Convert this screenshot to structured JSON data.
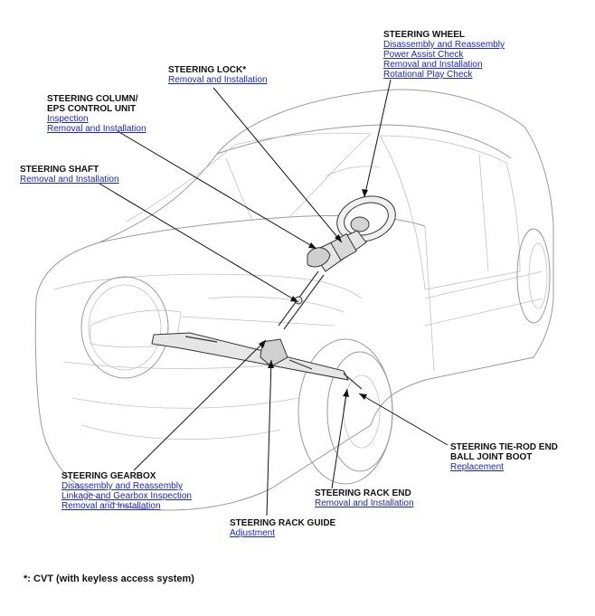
{
  "callouts": {
    "steering_wheel": {
      "title": "STEERING WHEEL",
      "links": [
        "Disassembly and Reassembly",
        "Power Assist Check",
        "Removal and Installation",
        "Rotational Play Check"
      ]
    },
    "steering_lock": {
      "title": "STEERING LOCK*",
      "links": [
        "Removal and Installation"
      ]
    },
    "steering_column": {
      "title_line1": "STEERING COLUMN/",
      "title_line2": "EPS CONTROL UNIT",
      "links": [
        "Inspection",
        "Removal and Installation"
      ]
    },
    "steering_shaft": {
      "title": "STEERING SHAFT",
      "links": [
        "Removal and Installation"
      ]
    },
    "steering_gearbox": {
      "title": "STEERING GEARBOX",
      "links": [
        "Disassembly and Reassembly",
        "Linkage and Gearbox Inspection",
        "Removal and Installation"
      ]
    },
    "steering_rack_guide": {
      "title": "STEERING RACK GUIDE",
      "links": [
        "Adjustment"
      ]
    },
    "steering_rack_end": {
      "title": "STEERING RACK END",
      "links": [
        "Removal and Installation"
      ]
    },
    "tie_rod_boot": {
      "title_line1": "STEERING TIE-ROD END",
      "title_line2": "BALL JOINT BOOT",
      "links": [
        "Replacement"
      ]
    }
  },
  "footnote": "*: CVT (with keyless access system)"
}
